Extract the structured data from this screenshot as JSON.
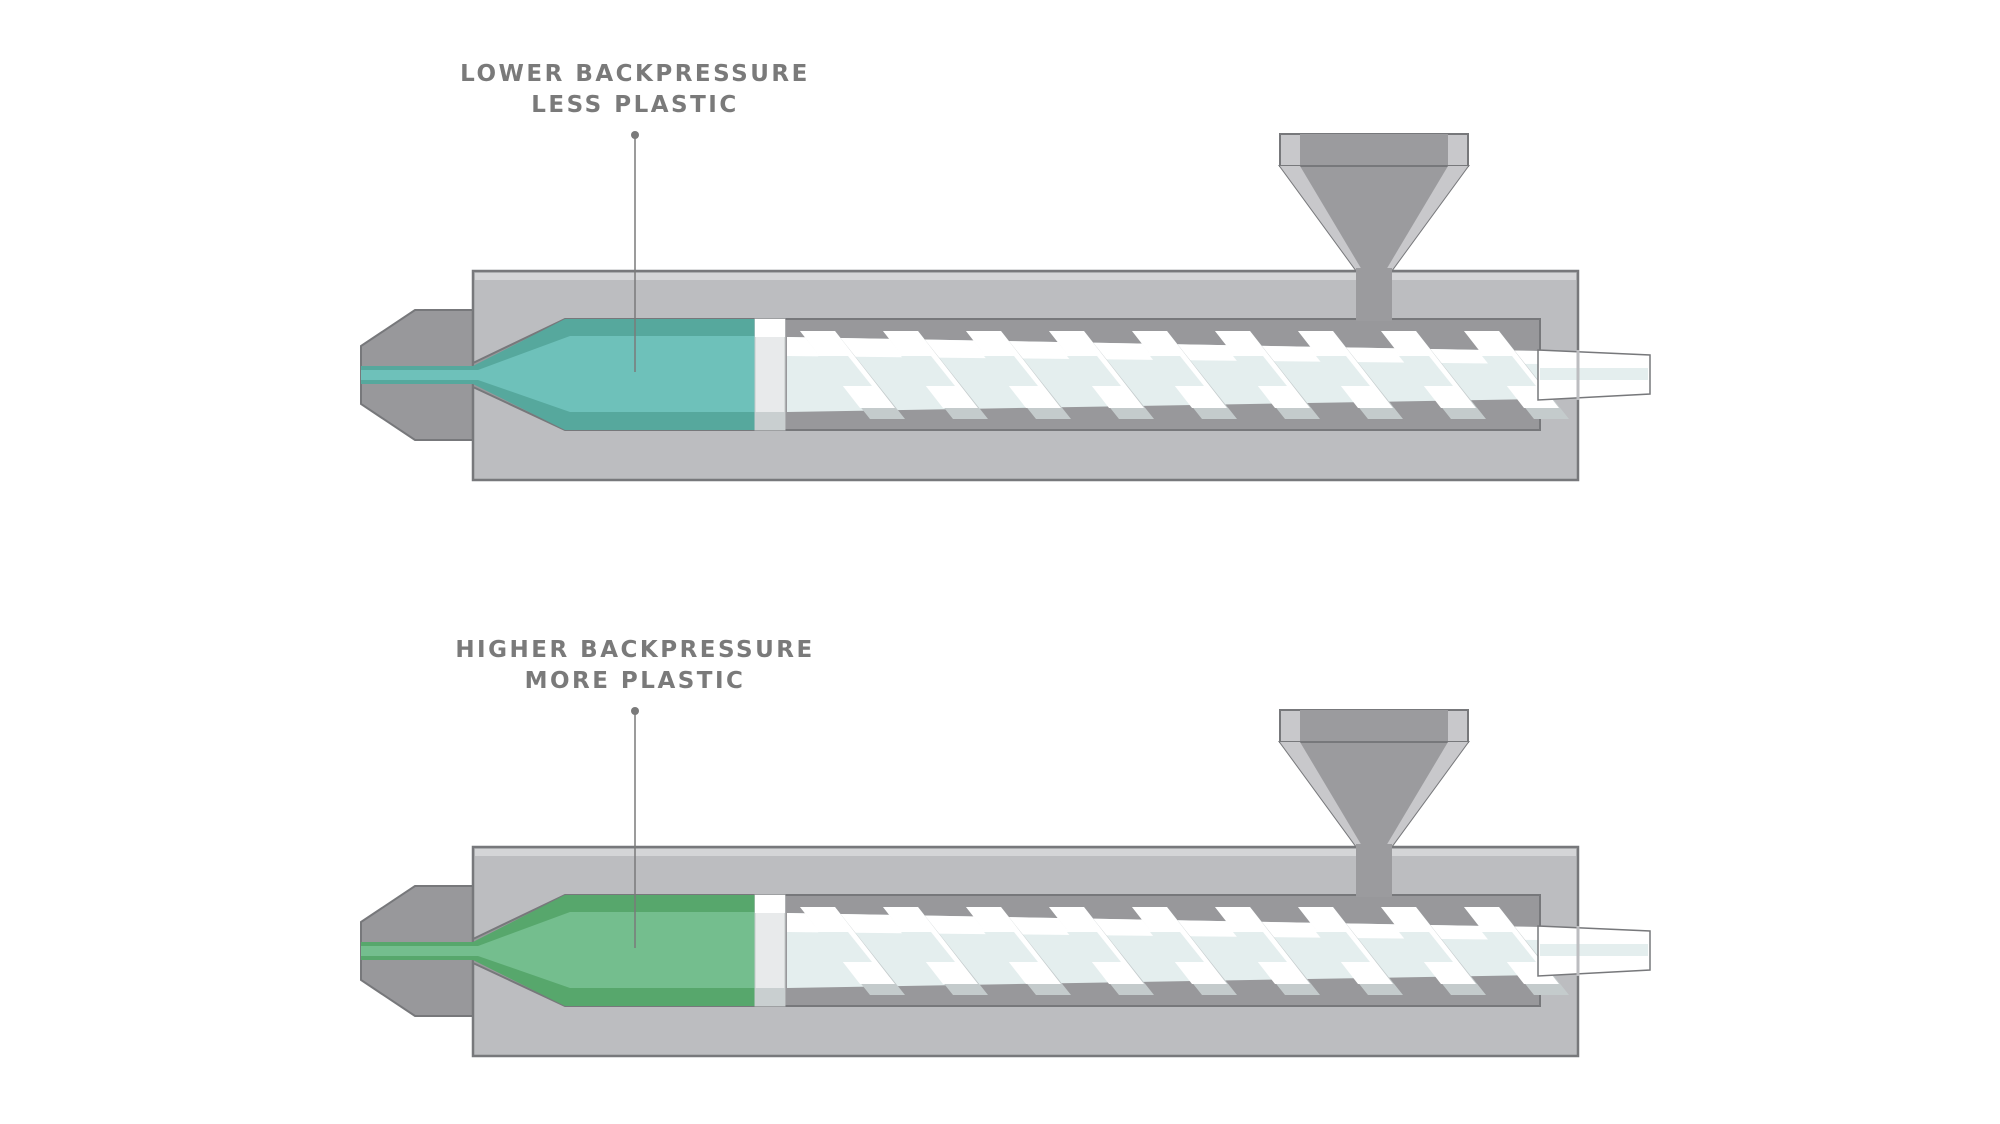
{
  "colors": {
    "background": "#ffffff",
    "barrel_outer": "#bcbdc0",
    "barrel_outline": "#77787b",
    "barrel_inner": "#98989b",
    "nozzle": "#98989b",
    "hopper": "#9b9b9e",
    "hopper_rim": "#c8c8cb",
    "screw_light": "#ffffff",
    "screw_mid": "#e4eeee",
    "screw_shadow": "#c4cbcc",
    "label_text": "#7a7a7a",
    "leader_line": "#7a7a7a"
  },
  "panels": [
    {
      "id": "lower-backpressure",
      "label_lines": [
        "LOWER BACKPRESSURE",
        "LESS PLASTIC"
      ],
      "plastic_color_light": "#6ec1ba",
      "plastic_color_dark": "#56a89d",
      "plastic_icon": "melted-plastic-shot"
    },
    {
      "id": "higher-backpressure",
      "label_lines": [
        "HIGHER BACKPRESSURE",
        "MORE PLASTIC"
      ],
      "plastic_color_light": "#74be8e",
      "plastic_color_dark": "#57a76c",
      "plastic_icon": "melted-plastic-shot"
    }
  ]
}
